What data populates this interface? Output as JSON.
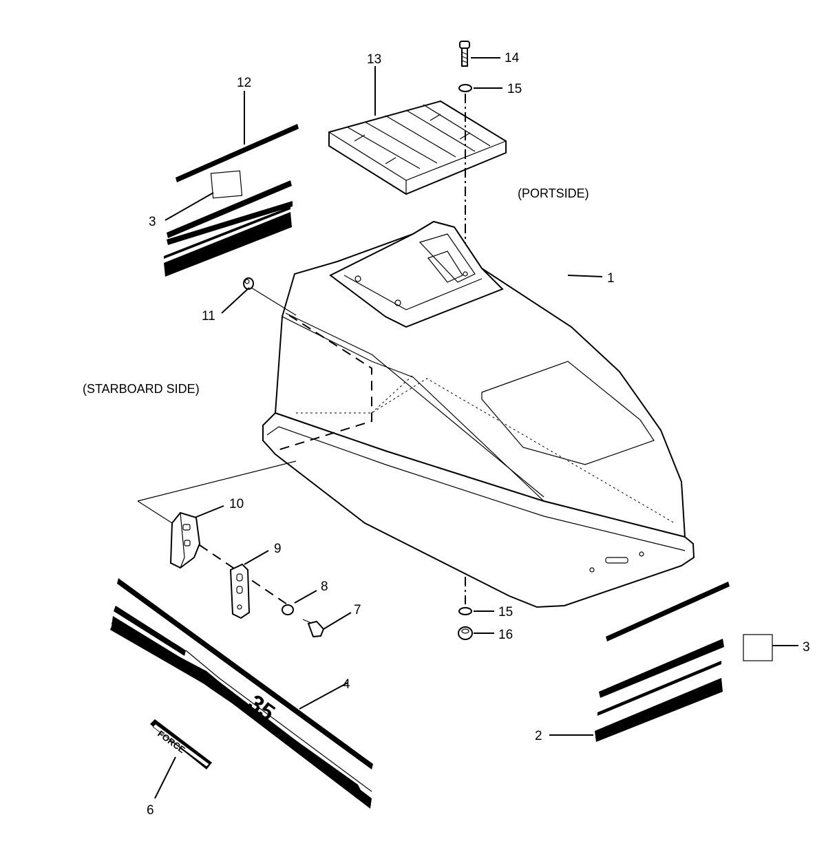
{
  "labels": {
    "portside": "(PORTSIDE)",
    "starboard": "(STARBOARD SIDE)"
  },
  "callouts": [
    {
      "id": "1",
      "text": "1"
    },
    {
      "id": "2",
      "text": "2"
    },
    {
      "id": "3a",
      "text": "3"
    },
    {
      "id": "3b",
      "text": "3"
    },
    {
      "id": "4",
      "text": "4"
    },
    {
      "id": "6",
      "text": "6"
    },
    {
      "id": "7",
      "text": "7"
    },
    {
      "id": "8",
      "text": "8"
    },
    {
      "id": "9",
      "text": "9"
    },
    {
      "id": "10",
      "text": "10"
    },
    {
      "id": "11",
      "text": "11"
    },
    {
      "id": "12",
      "text": "12"
    },
    {
      "id": "13",
      "text": "13"
    },
    {
      "id": "14",
      "text": "14"
    },
    {
      "id": "15a",
      "text": "15"
    },
    {
      "id": "15b",
      "text": "15"
    },
    {
      "id": "16",
      "text": "16"
    }
  ],
  "decal_text": {
    "model": "35",
    "brand": "FORCE"
  }
}
